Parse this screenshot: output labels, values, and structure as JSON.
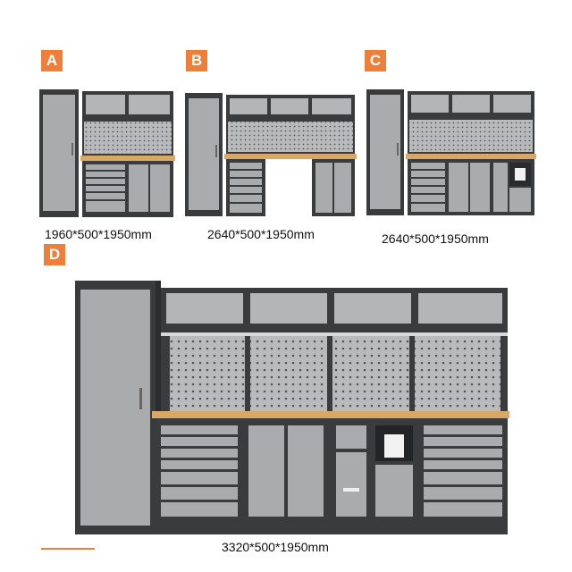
{
  "variants": [
    {
      "label": "A",
      "dimensions": "1960*500*1950mm"
    },
    {
      "label": "B",
      "dimensions": "2640*500*1950mm"
    },
    {
      "label": "C",
      "dimensions": "2640*500*1950mm"
    },
    {
      "label": "D",
      "dimensions": "3320*500*1950mm"
    }
  ],
  "colors": {
    "accent": "#ee7f3b",
    "frame": "#3a3b3d",
    "panel": "#a9abad",
    "worktop": "#d9a867"
  }
}
